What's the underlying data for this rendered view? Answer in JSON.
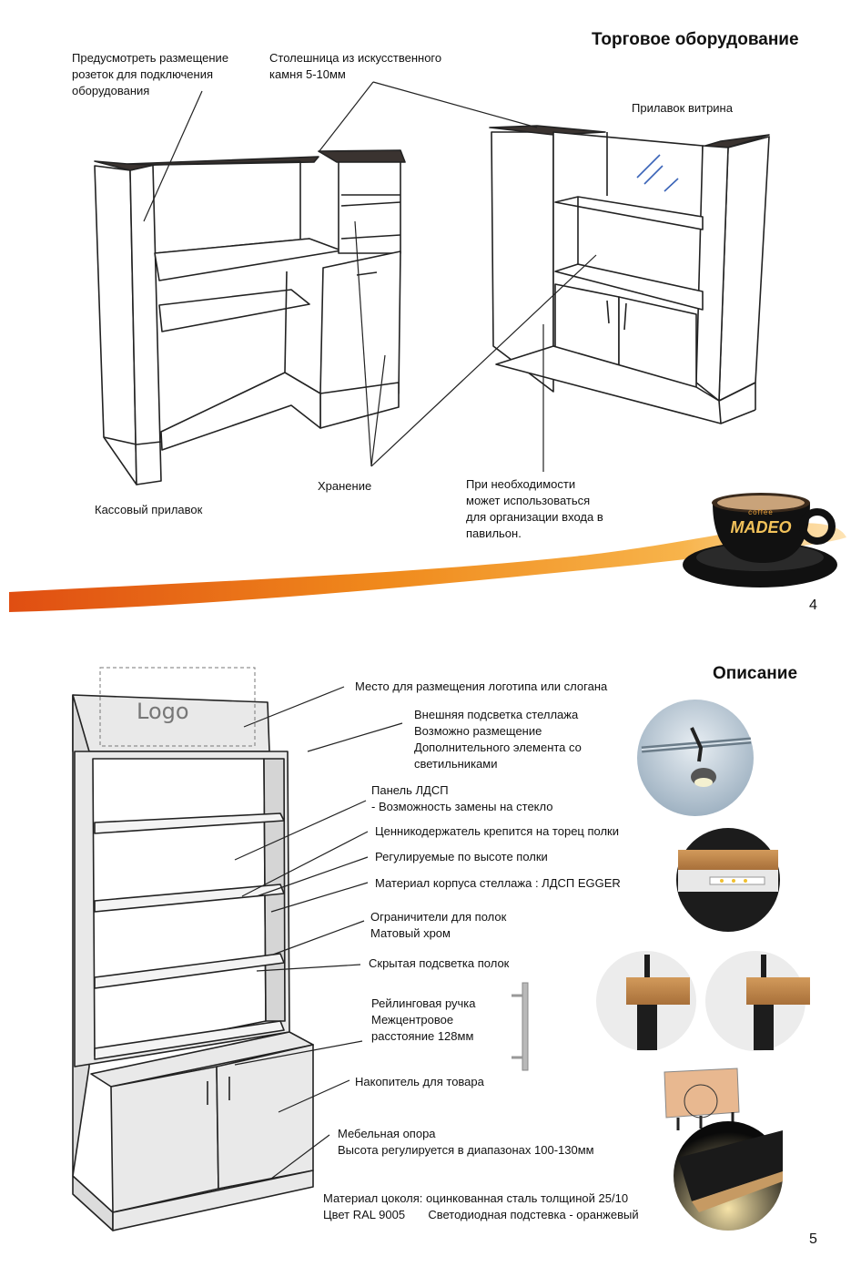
{
  "page4": {
    "title": "Торговое оборудование",
    "page_number": "4",
    "notes": {
      "sockets": [
        "Предусмотреть размещение",
        "розеток для подключения",
        "оборудования"
      ],
      "countertop": [
        "Столешница из искусственного",
        "камня 5-10мм"
      ],
      "showcase": "Прилавок витрина",
      "storage": "Хранение",
      "cashier": "Кассовый прилавок",
      "entrance": [
        "При необходимости",
        "может использоваться",
        "для организации входа в",
        "павильон."
      ]
    },
    "brand": {
      "small": "coffee",
      "name": "MADEO"
    }
  },
  "page5": {
    "title": "Описание",
    "page_number": "5",
    "logo_placeholder": "Logo",
    "notes": {
      "logo": "Место для размещения логотипа или слогана",
      "lighting": [
        "Внешняя подсветка стеллажа",
        "Возможно размещение",
        "Дополнительного элемента со",
        "светильниками"
      ],
      "panel": [
        "Панель ЛДСП",
        "- Возможность замены на стекло"
      ],
      "price_holder": "Ценникодержатель крепится на торец полки",
      "shelves": "Регулируемые по высоте полки",
      "material": "Материал корпуса стеллажа : ЛДСП  EGGER",
      "limiters": [
        "Ограничители для полок",
        "Матовый хром"
      ],
      "hidden_light": "Скрытая подсветка полок",
      "handle": [
        "Рейлинговая ручка",
        "Межцентровое",
        "расстояние 128мм"
      ],
      "storage": "Накопитель для товара",
      "support": [
        "Мебельная опора",
        "Высота регулируется в диапазонах 100-130мм"
      ],
      "plinth": [
        "Материал цоколя: оцинкованная сталь толщиной 25/10",
        "Цвет RAL 9005       Светодиодная подстевка - оранжевый"
      ]
    }
  },
  "colors": {
    "accent_orange": "#f08a1c",
    "countertop": "#3a3330",
    "line": "#222222"
  }
}
